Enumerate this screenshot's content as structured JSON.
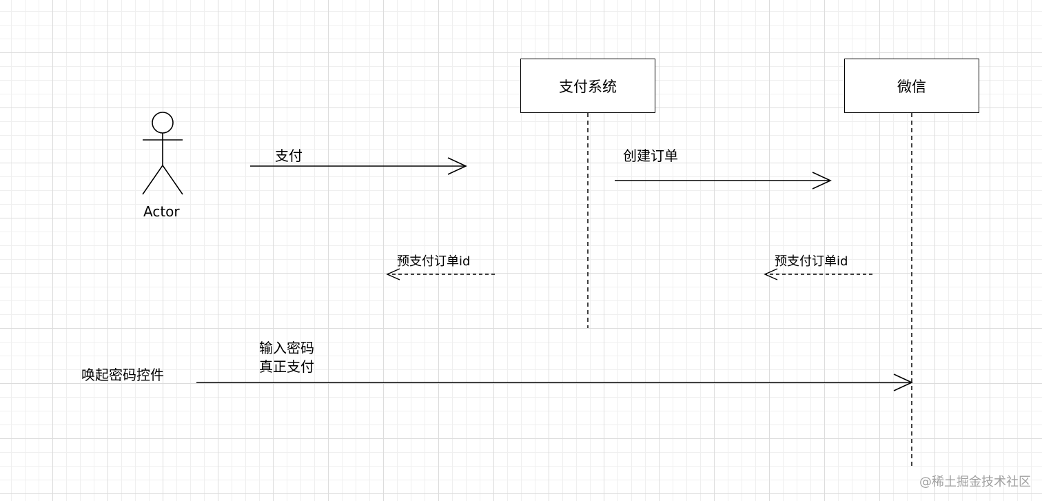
{
  "actor": {
    "label": "Actor"
  },
  "participants": [
    {
      "id": "payment-system",
      "label": "支付系统"
    },
    {
      "id": "wechat",
      "label": "微信"
    }
  ],
  "messages": [
    {
      "id": "pay",
      "label": "支付",
      "style": "solid"
    },
    {
      "id": "create-order",
      "label": "创建订单",
      "style": "solid"
    },
    {
      "id": "prepay-return-1",
      "label": "预支付订单id",
      "style": "dashed"
    },
    {
      "id": "prepay-return-2",
      "label": "预支付订单id",
      "style": "dashed"
    },
    {
      "id": "invoke-password",
      "label": "唤起密码控件",
      "style": "solid"
    }
  ],
  "note": {
    "line1": "输入密码",
    "line2": "真正支付"
  },
  "watermark": "@稀土掘金技术社区"
}
